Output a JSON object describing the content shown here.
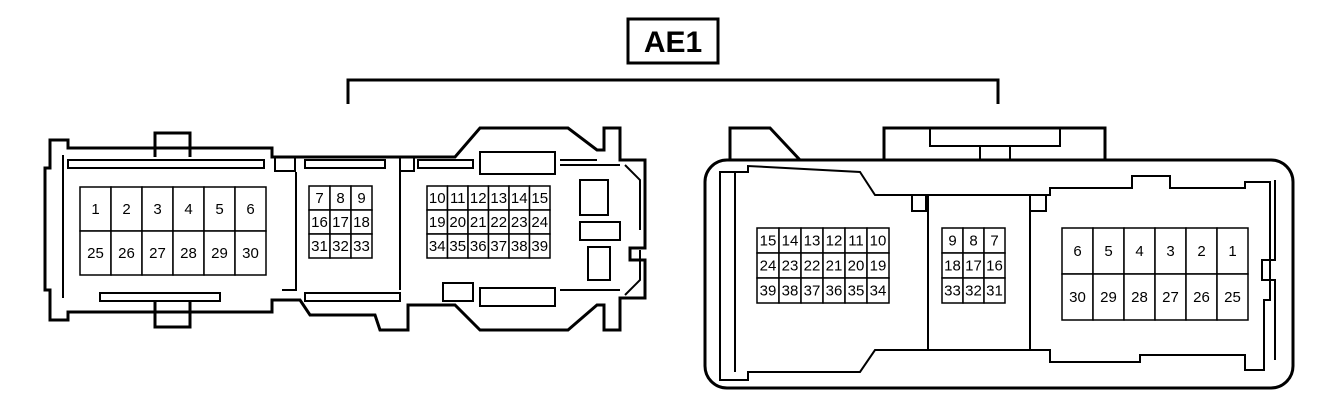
{
  "diagram": {
    "title": "AE1",
    "left_connector": {
      "blocks": [
        {
          "rows": [
            [
              "1",
              "2",
              "3",
              "4",
              "5",
              "6"
            ],
            [
              "25",
              "26",
              "27",
              "28",
              "29",
              "30"
            ]
          ]
        },
        {
          "rows": [
            [
              "7",
              "8",
              "9"
            ],
            [
              "16",
              "17",
              "18"
            ],
            [
              "31",
              "32",
              "33"
            ]
          ]
        },
        {
          "rows": [
            [
              "10",
              "11",
              "12",
              "13",
              "14",
              "15"
            ],
            [
              "19",
              "20",
              "21",
              "22",
              "23",
              "24"
            ],
            [
              "34",
              "35",
              "36",
              "37",
              "38",
              "39"
            ]
          ]
        }
      ]
    },
    "right_connector": {
      "blocks": [
        {
          "rows": [
            [
              "15",
              "14",
              "13",
              "12",
              "11",
              "10"
            ],
            [
              "24",
              "23",
              "22",
              "21",
              "20",
              "19"
            ],
            [
              "39",
              "38",
              "37",
              "36",
              "35",
              "34"
            ]
          ]
        },
        {
          "rows": [
            [
              "9",
              "8",
              "7"
            ],
            [
              "18",
              "17",
              "16"
            ],
            [
              "33",
              "32",
              "31"
            ]
          ]
        },
        {
          "rows": [
            [
              "6",
              "5",
              "4",
              "3",
              "2",
              "1"
            ],
            [
              "30",
              "29",
              "28",
              "27",
              "26",
              "25"
            ]
          ]
        }
      ]
    }
  }
}
